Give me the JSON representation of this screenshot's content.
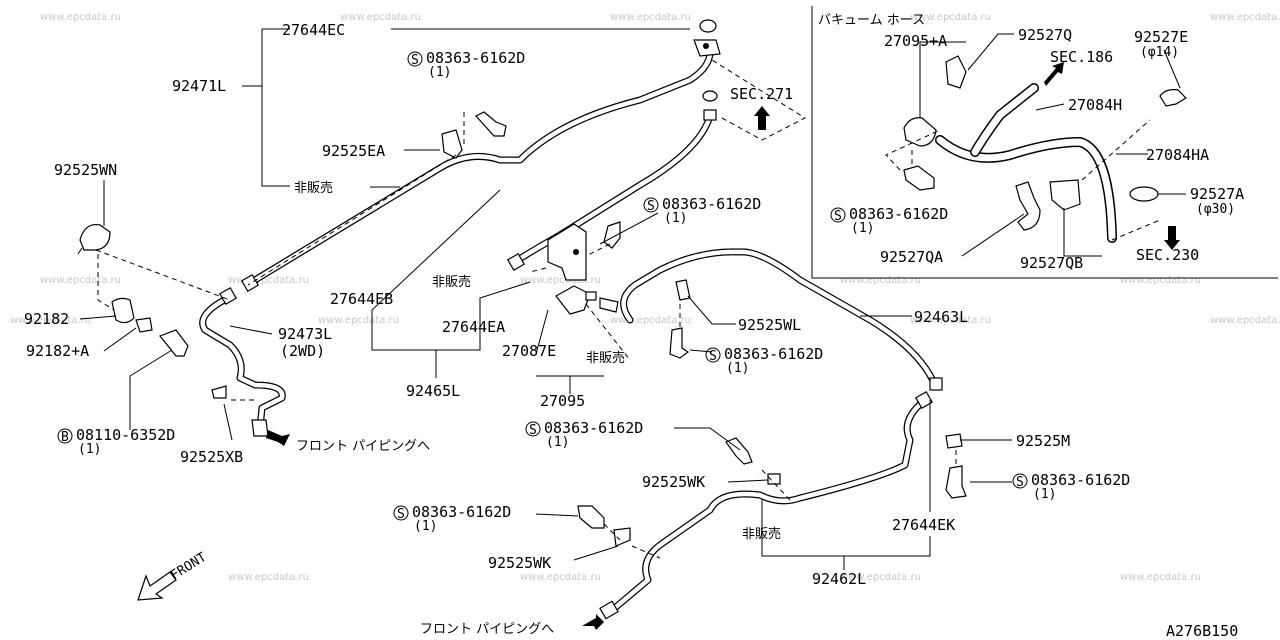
{
  "watermark": "www.epcdata.ru",
  "inset_title": "バキューム ホース",
  "diagram_code": "A276B150",
  "front_label": "FRONT",
  "labels": {
    "p27644EC": "27644EC",
    "p92471L": "92471L",
    "nonsale1": "非販売",
    "s08363_1": "08363-6162D",
    "s08363_1q": "(1)",
    "p92525EA": "92525EA",
    "sec271": "SEC.271",
    "p92525WN": "92525WN",
    "p92182": "92182",
    "p92182A": "92182+A",
    "p92473L": "92473L",
    "p2wd": "(2WD)",
    "b08110": "08110-6352D",
    "b08110q": "(1)",
    "p92525XB": "92525XB",
    "front_piping1": "フロント パイピングへ",
    "p27644EB": "27644EB",
    "nonsale2": "非販売",
    "p27644EA": "27644EA",
    "p27087E": "27087E",
    "nonsale3": "非販売",
    "p92465L": "92465L",
    "p27095": "27095",
    "s08363_2": "08363-6162D",
    "s08363_2q": "(1)",
    "p92525WL": "92525WL",
    "s08363_3": "08363-6162D",
    "s08363_3q": "(1)",
    "p92463L": "92463L",
    "s08363_4": "08363-6162D",
    "s08363_4q": "(1)",
    "p92525WK1": "92525WK",
    "p92525M": "92525M",
    "s08363_5": "08363-6162D",
    "s08363_5q": "(1)",
    "s08363_6": "08363-6162D",
    "s08363_6q": "(1)",
    "nonsale4": "非販売",
    "p27644EK": "27644EK",
    "p92525WK2": "92525WK",
    "p92462L": "92462L",
    "front_piping2": "フロント パイピングへ",
    "p27095A": "27095+A",
    "p92527Q": "92527Q",
    "sec186": "SEC.186",
    "p92527E": "92527E",
    "p92527Eq": "(φ14)",
    "p27084H": "27084H",
    "p27084HA": "27084HA",
    "p92527A": "92527A",
    "p92527Aq": "(φ30)",
    "s08363_7": "08363-6162D",
    "s08363_7q": "(1)",
    "p92527QA": "92527QA",
    "p92527QB": "92527QB",
    "sec230": "SEC.230"
  },
  "symbols": {
    "screw": "S",
    "bolt": "B"
  }
}
